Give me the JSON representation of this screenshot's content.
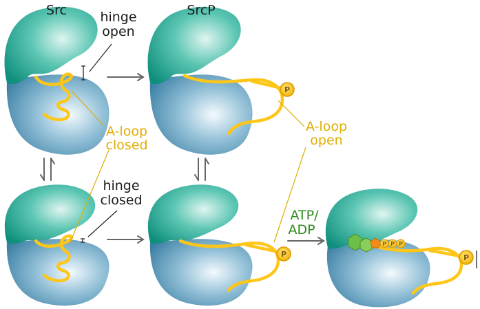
{
  "labels": {
    "src": "Src",
    "srcp": "SrcP",
    "hinge_open_1": "hinge",
    "hinge_open_2": "open",
    "hinge_closed_1": "hinge",
    "hinge_closed_2": "closed",
    "aloop_closed_1": "A-loop",
    "aloop_closed_2": "closed",
    "aloop_open_1": "A-loop",
    "aloop_open_2": "open",
    "atp_1": "ATP/",
    "atp_2": "ADP",
    "phospho": "P"
  },
  "colors": {
    "n_lobe": "#19a48e",
    "c_lobe": "#3f84a8",
    "a_loop": "#ffc61a",
    "leader_gold": "#e0ad00",
    "arrow": "#666666",
    "atp_hex": "#6cc04a",
    "atp_pent": "#f28c1a"
  }
}
